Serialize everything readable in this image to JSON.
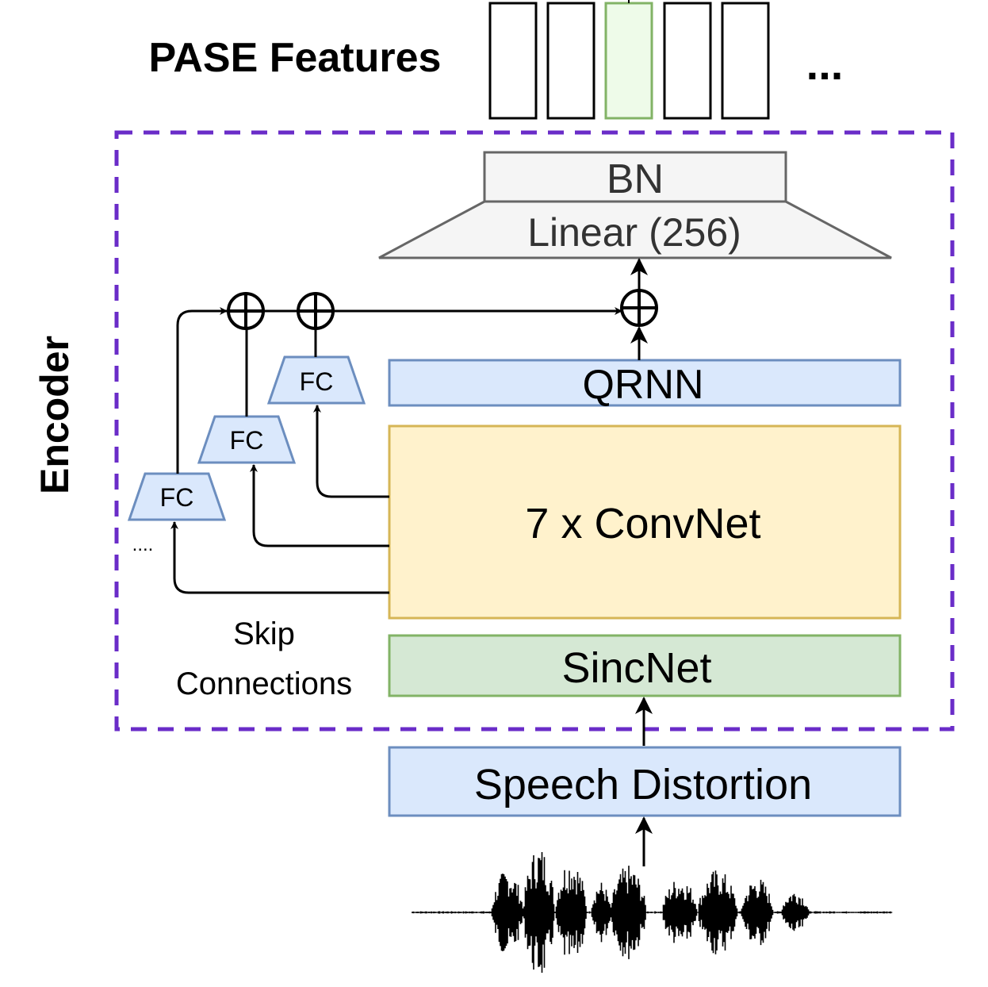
{
  "header": {
    "title": "PASE Features",
    "ellipsis": "..."
  },
  "encoder": {
    "label": "Encoder",
    "border_color": "#6a2cc8"
  },
  "blocks": {
    "bn": "BN",
    "linear": "Linear (256)",
    "qrnn": "QRNN",
    "convnet": "7 x ConvNet",
    "sincnet": "SincNet",
    "speech_distortion": "Speech Distortion"
  },
  "skip": {
    "fc_labels": [
      "FC",
      "FC",
      "FC"
    ],
    "dots": "....",
    "caption_line1": "Skip",
    "caption_line2": "Connections"
  },
  "colors": {
    "blue_fill": "#dae8fc",
    "blue_stroke": "#6c8ebf",
    "yellow_fill": "#fff2cc",
    "yellow_stroke": "#d6b656",
    "green_fill": "#d5e8d4",
    "green_stroke": "#82b366",
    "gray_fill": "#f5f5f5",
    "gray_stroke": "#666666",
    "highlight_fill": "#eefbe9",
    "highlight_stroke": "#82b366"
  },
  "icons": [
    "plus-circle-icon",
    "arrow-icon",
    "waveform-icon"
  ]
}
